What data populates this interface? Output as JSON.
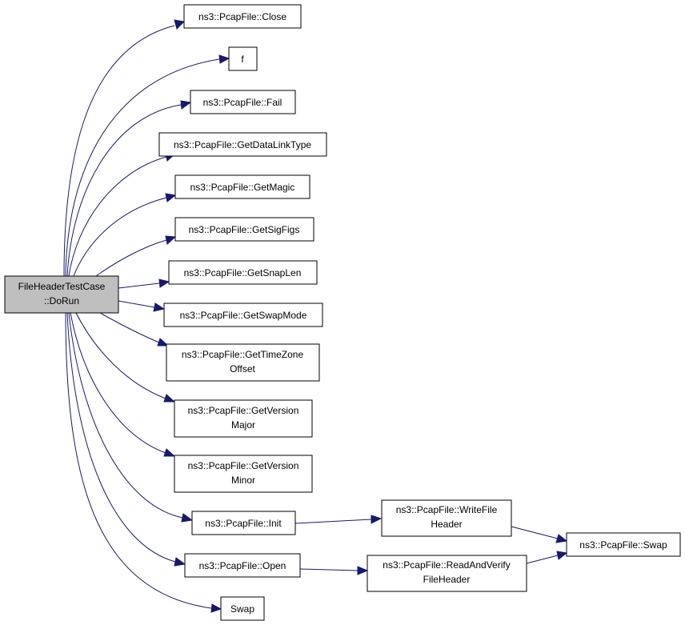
{
  "diagram": {
    "root": {
      "lines": [
        "FileHeaderTestCase",
        "::DoRun"
      ]
    },
    "nodes": {
      "close": {
        "lines": [
          "ns3::PcapFile::Close"
        ]
      },
      "f": {
        "lines": [
          "f"
        ]
      },
      "fail": {
        "lines": [
          "ns3::PcapFile::Fail"
        ]
      },
      "get_data_link_type": {
        "lines": [
          "ns3::PcapFile::GetDataLinkType"
        ]
      },
      "get_magic": {
        "lines": [
          "ns3::PcapFile::GetMagic"
        ]
      },
      "get_sig_figs": {
        "lines": [
          "ns3::PcapFile::GetSigFigs"
        ]
      },
      "get_snap_len": {
        "lines": [
          "ns3::PcapFile::GetSnapLen"
        ]
      },
      "get_swap_mode": {
        "lines": [
          "ns3::PcapFile::GetSwapMode"
        ]
      },
      "get_time_zone_offset": {
        "lines": [
          "ns3::PcapFile::GetTimeZone",
          "Offset"
        ]
      },
      "get_version_major": {
        "lines": [
          "ns3::PcapFile::GetVersion",
          "Major"
        ]
      },
      "get_version_minor": {
        "lines": [
          "ns3::PcapFile::GetVersion",
          "Minor"
        ]
      },
      "init": {
        "lines": [
          "ns3::PcapFile::Init"
        ]
      },
      "open": {
        "lines": [
          "ns3::PcapFile::Open"
        ]
      },
      "swap_free": {
        "lines": [
          "Swap"
        ]
      },
      "write_file_header": {
        "lines": [
          "ns3::PcapFile::WriteFile",
          "Header"
        ]
      },
      "read_and_verify_file_header": {
        "lines": [
          "ns3::PcapFile::ReadAndVerify",
          "FileHeader"
        ]
      },
      "pcap_swap": {
        "lines": [
          "ns3::PcapFile::Swap"
        ]
      }
    },
    "edges": [
      [
        "root",
        "close"
      ],
      [
        "root",
        "f"
      ],
      [
        "root",
        "fail"
      ],
      [
        "root",
        "get_data_link_type"
      ],
      [
        "root",
        "get_magic"
      ],
      [
        "root",
        "get_sig_figs"
      ],
      [
        "root",
        "get_snap_len"
      ],
      [
        "root",
        "get_swap_mode"
      ],
      [
        "root",
        "get_time_zone_offset"
      ],
      [
        "root",
        "get_version_major"
      ],
      [
        "root",
        "get_version_minor"
      ],
      [
        "root",
        "init"
      ],
      [
        "root",
        "open"
      ],
      [
        "root",
        "swap_free"
      ],
      [
        "init",
        "write_file_header"
      ],
      [
        "open",
        "read_and_verify_file_header"
      ],
      [
        "write_file_header",
        "pcap_swap"
      ],
      [
        "read_and_verify_file_header",
        "pcap_swap"
      ]
    ],
    "colors": {
      "edge": "#191970",
      "root_fill": "#bfbfbf",
      "node_fill": "#ffffff",
      "border": "#000000"
    }
  }
}
